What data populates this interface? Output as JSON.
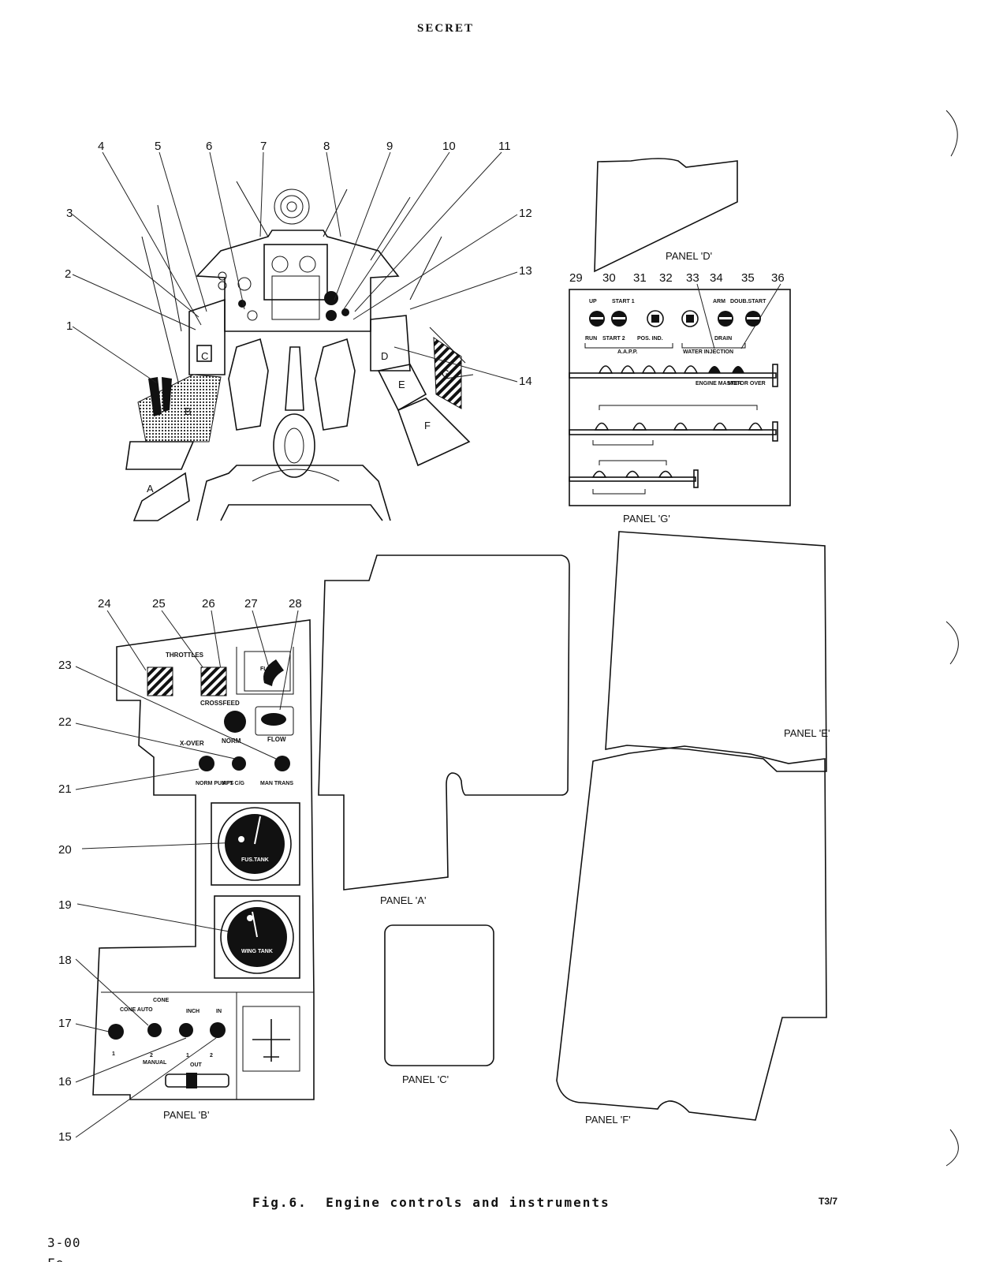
{
  "header": {
    "classification": "SECRET"
  },
  "panels": {
    "a": "PANEL  'A'",
    "b": "PANEL   'B'",
    "c": "PANEL  'C'",
    "d": "PANEL  'D'",
    "e": "PANEL 'E'",
    "f": "PANEL   'F'",
    "g": "PANEL   'G'"
  },
  "cockpit_letters": [
    "A",
    "B",
    "C",
    "D",
    "E",
    "F",
    "G"
  ],
  "callouts": [
    "1",
    "2",
    "3",
    "4",
    "5",
    "6",
    "7",
    "8",
    "9",
    "10",
    "11",
    "12",
    "13",
    "14",
    "15",
    "16",
    "17",
    "18",
    "19",
    "20",
    "21",
    "22",
    "23",
    "24",
    "25",
    "26",
    "27",
    "28",
    "29",
    "30",
    "31",
    "32",
    "33",
    "34",
    "35",
    "36"
  ],
  "panel_g_labels": {
    "up": "UP",
    "start1": "START 1",
    "arm": "ARM",
    "doubstart": "DOUB.START",
    "run": "RUN",
    "start2": "START 2",
    "posind": "POS. IND.",
    "aapp": "A.A.P.P.",
    "drain": "DRAIN",
    "water_injection": "WATER INJECTION",
    "engine_master": "ENGINE MASTER",
    "motor_over": "MOTOR OVER"
  },
  "panel_b_labels": {
    "throttles": "THROTTLES",
    "crossfeed": "CROSSFEED",
    "norm": "NORM",
    "flow": "FLOW",
    "xover": "X-OVER",
    "norm_pumps": "NORM PUMPS",
    "aft_cg": "AFT C/G",
    "man_trans": "MAN TRANS",
    "fus_tank": "FUS.TANK",
    "wing_tank": "WING TANK",
    "cone": "CONE",
    "cone_auto": "CONE AUTO",
    "inch": "INCH",
    "in": "IN",
    "manual": "MANUAL",
    "out": "OUT",
    "one": "1",
    "two": "2",
    "fl": "FL"
  },
  "caption": "Fig.6.  Engine controls and instruments",
  "reference": "T3/7",
  "page_number": "3-00",
  "page_number_2": "Fe"
}
